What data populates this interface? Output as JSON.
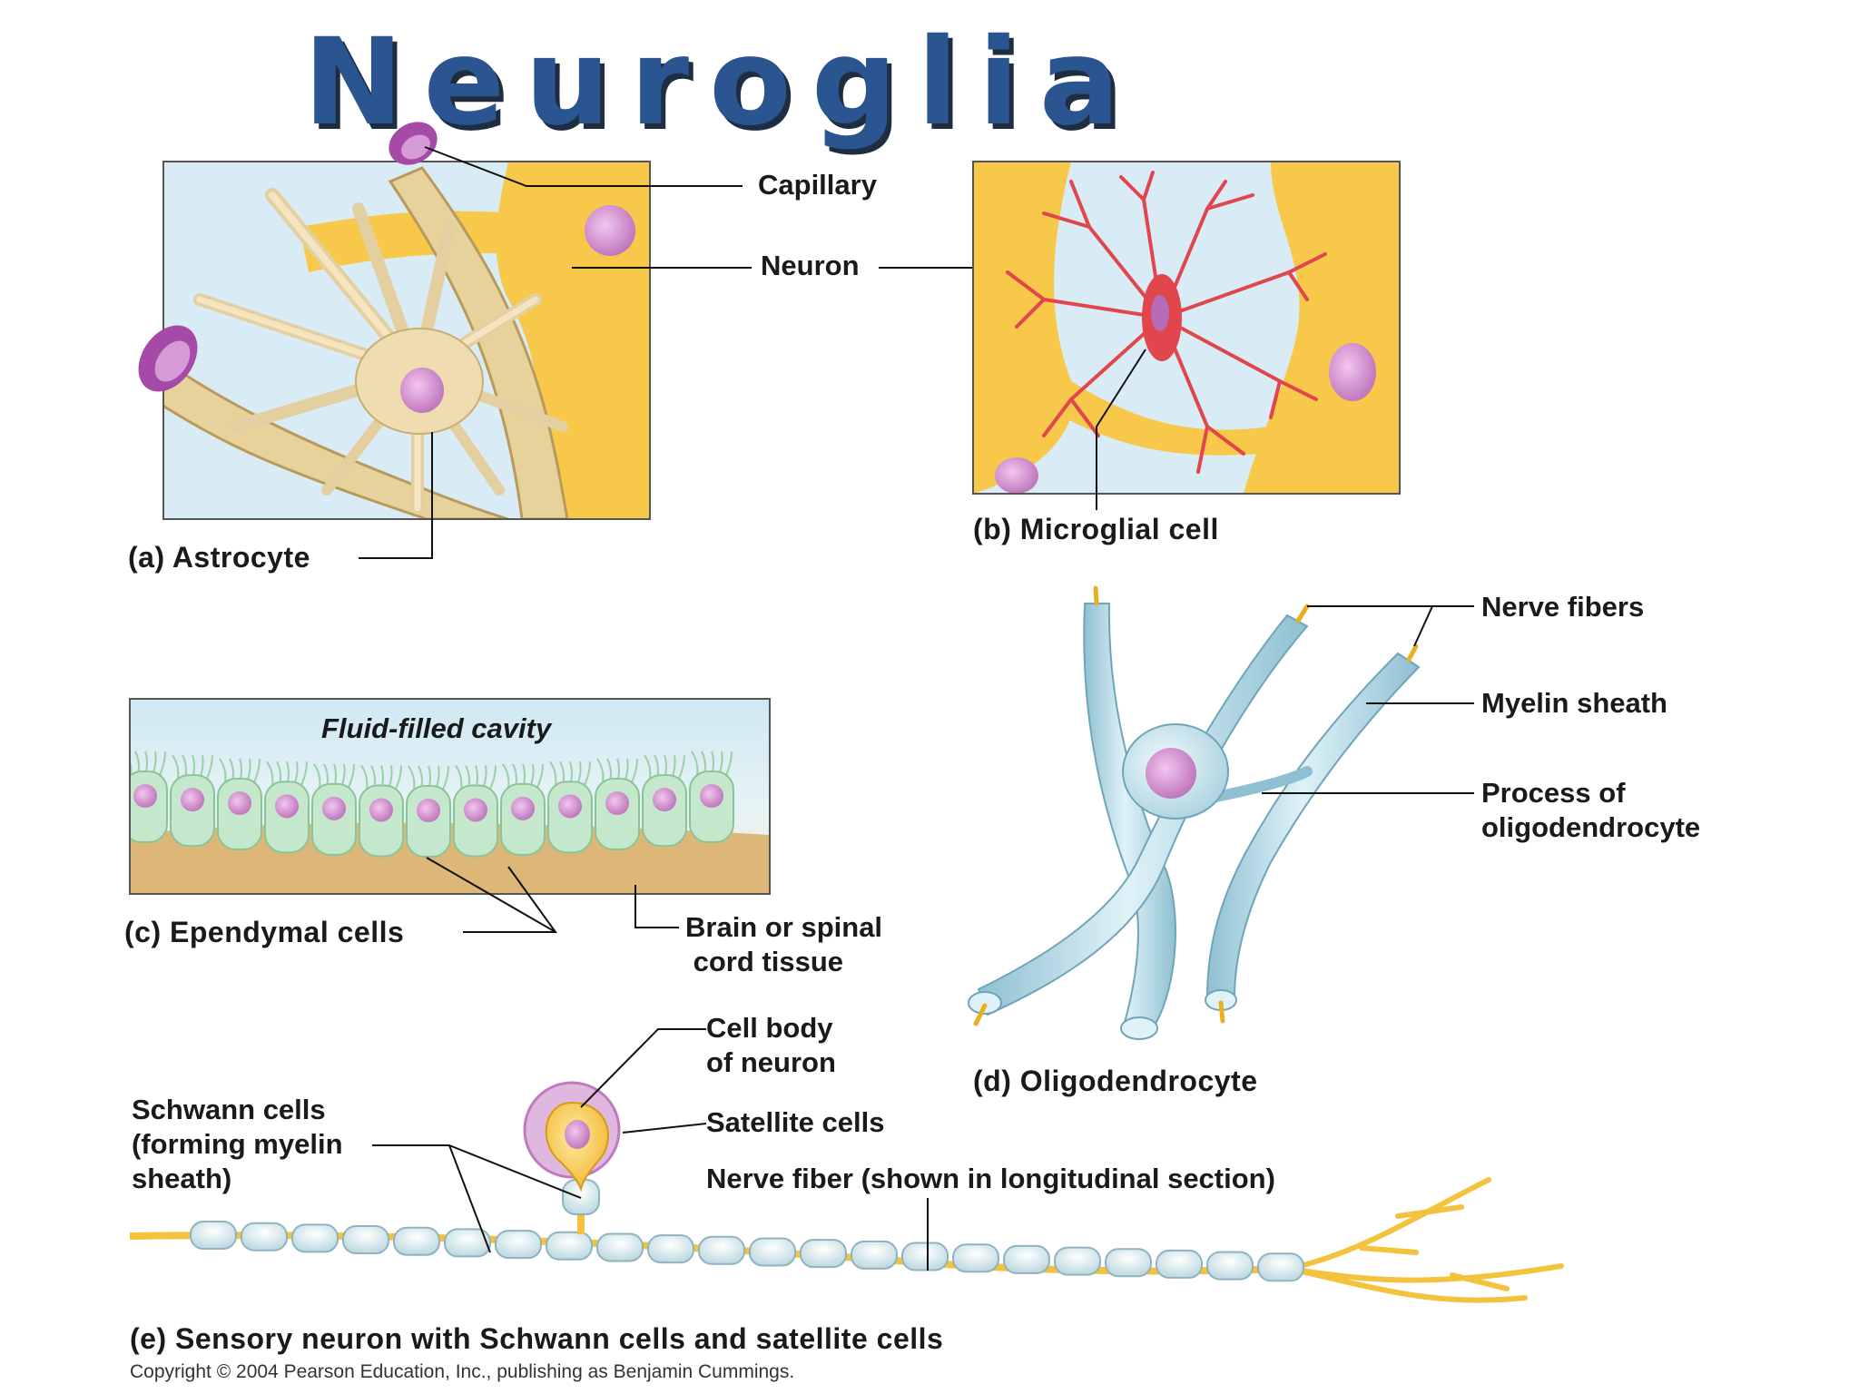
{
  "title": "Neuroglia",
  "panels": {
    "a": {
      "caption": "(a) Astrocyte",
      "labels": {
        "capillary": "Capillary",
        "neuron": "Neuron"
      }
    },
    "b": {
      "caption": "(b) Microglial cell"
    },
    "c": {
      "caption": "(c) Ependymal cells",
      "labels": {
        "cavity": "Fluid-filled cavity",
        "tissue": "Brain or spinal\n cord tissue"
      }
    },
    "d": {
      "caption": "(d) Oligodendrocyte",
      "labels": {
        "nerve_fibers": "Nerve fibers",
        "myelin": "Myelin sheath",
        "process": "Process of\noligodendrocyte"
      }
    },
    "e": {
      "caption": "(e) Sensory neuron with Schwann cells and satellite cells",
      "labels": {
        "cell_body": "Cell body\nof neuron",
        "satellite": "Satellite cells",
        "schwann": "Schwann cells\n(forming myelin\nsheath)",
        "nerve_fiber": "Nerve fiber (shown in longitudinal section)"
      }
    }
  },
  "copyright": "Copyright © 2004 Pearson Education, Inc., publishing as Benjamin Cummings.",
  "colors": {
    "title": "#2a5590",
    "neuron_yellow": "#f7c84a",
    "astrocyte_tan": "#ecd8a8",
    "microglia_red": "#e0464c",
    "myelin_blue": "#b7dbe6",
    "ependymal_green": "#c5e8cc",
    "nucleus_purple": "#c988c8",
    "capillary_purple": "#a64aa8"
  }
}
